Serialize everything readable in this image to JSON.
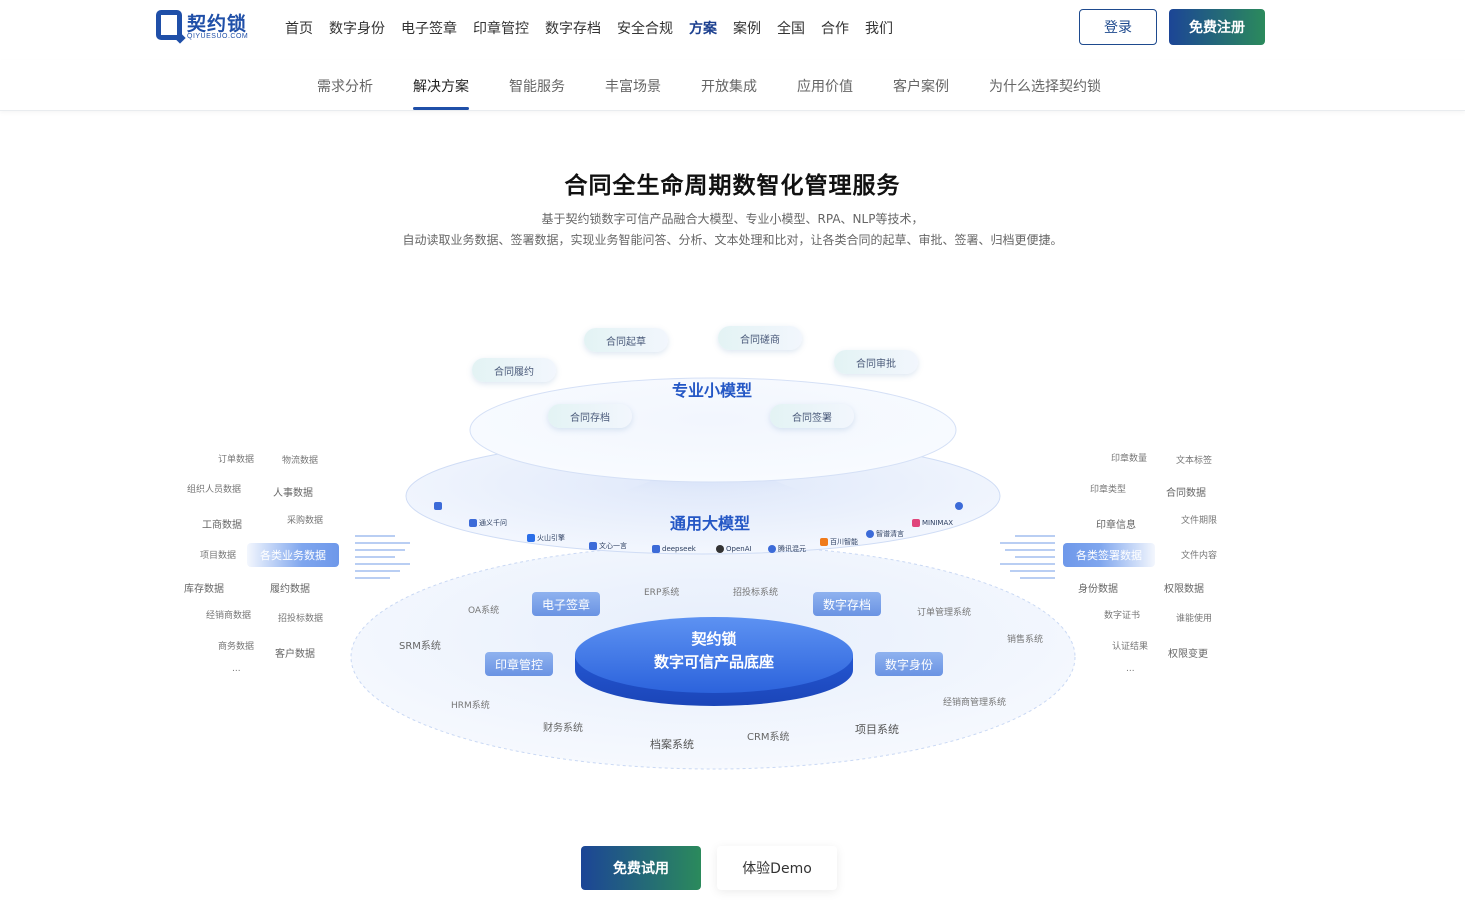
{
  "header": {
    "logo_text": "契约锁",
    "logo_sub": "QIYUESUO.COM",
    "nav": [
      "首页",
      "数字身份",
      "电子签章",
      "印章管控",
      "数字存档",
      "安全合规",
      "方案",
      "案例",
      "全国",
      "合作",
      "我们"
    ],
    "nav_active_index": 6,
    "login_label": "登录",
    "register_label": "免费注册"
  },
  "subnav": {
    "items": [
      "需求分析",
      "解决方案",
      "智能服务",
      "丰富场景",
      "开放集成",
      "应用价值",
      "客户案例",
      "为什么选择契约锁"
    ],
    "active_index": 1
  },
  "hero": {
    "title": "合同全生命周期数智化管理服务",
    "desc_line1": "基于契约锁数字可信产品融合大模型、专业小模型、RPA、NLP等技术，",
    "desc_line2": "自动读取业务数据、签署数据，实现业务智能问答、分析、文本处理和比对，让各类合同的起草、审批、签署、归档更便捷。"
  },
  "diagram": {
    "top_layer": {
      "title": "专业小模型",
      "bubbles": [
        "合同起草",
        "合同磋商",
        "合同履约",
        "合同审批",
        "合同存档",
        "合同签署"
      ]
    },
    "middle_layer": {
      "title": "通用大模型",
      "brands": [
        "通义千问",
        "文心一言",
        "deepseek",
        "OpenAI",
        "腾讯混元",
        "智谱清言",
        "MINIMAX",
        "火山引擎",
        "百川智能"
      ]
    },
    "core": {
      "line1": "契约锁",
      "line2": "数字可信产品底座",
      "tags": [
        "电子签章",
        "数字存档",
        "印章管控",
        "数字身份"
      ],
      "systems": [
        "ERP系统",
        "招投标系统",
        "OA系统",
        "订单管理系统",
        "SRM系统",
        "销售系统",
        "HRM系统",
        "经销商管理系统",
        "财务系统",
        "CRM系统",
        "项目系统",
        "档案系统"
      ]
    },
    "left": {
      "pill": "各类业务数据",
      "items": [
        "订单数据",
        "物流数据",
        "组织人员数据",
        "人事数据",
        "工商数据",
        "采购数据",
        "项目数据",
        "库存数据",
        "履约数据",
        "经销商数据",
        "招投标数据",
        "商务数据",
        "客户数据",
        "..."
      ]
    },
    "right": {
      "pill": "各类签署数据",
      "items": [
        "印章数量",
        "文本标签",
        "印章类型",
        "合同数据",
        "印章信息",
        "文件期限",
        "文件内容",
        "身份数据",
        "权限数据",
        "数字证书",
        "谁能使用",
        "认证结果",
        "权限变更",
        "..."
      ]
    },
    "colors": {
      "accent": "#2457c5",
      "core_top": "#5a8ff0",
      "core_bottom": "#1e4fd0",
      "tag": "#7a9fe8"
    }
  },
  "cta": {
    "trial_label": "免费试用",
    "demo_label": "体验Demo"
  }
}
